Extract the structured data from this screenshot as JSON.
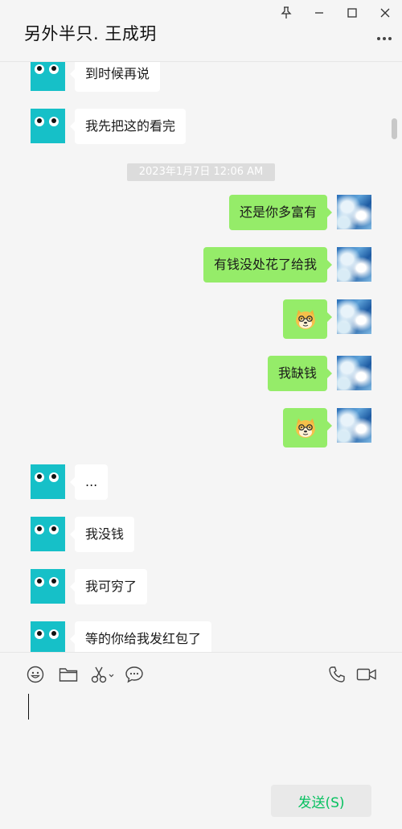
{
  "window": {
    "title": "另外半只. 王成玥",
    "controls": [
      "pin-icon",
      "minimize-icon",
      "maximize-icon",
      "close-icon"
    ],
    "more_icon": "more-icon"
  },
  "colors": {
    "outgoing_bubble": "#95ec69",
    "incoming_bubble": "#ffffff",
    "avatar_left": "#16c0c8",
    "send_text": "#07c160",
    "background": "#f5f5f5"
  },
  "messages": [
    {
      "side": "in",
      "type": "text",
      "text": "到时候再说"
    },
    {
      "side": "in",
      "type": "text",
      "text": "我先把这的看完"
    },
    {
      "type": "timestamp",
      "text": "2023年1月7日 12:06 AM"
    },
    {
      "side": "out",
      "type": "text",
      "text": "还是你多富有"
    },
    {
      "side": "out",
      "type": "text",
      "text": "有钱没处花了给我"
    },
    {
      "side": "out",
      "type": "emoji",
      "text": "doge-emoji"
    },
    {
      "side": "out",
      "type": "text",
      "text": "我缺钱"
    },
    {
      "side": "out",
      "type": "emoji",
      "text": "doge-emoji"
    },
    {
      "side": "in",
      "type": "text",
      "text": "..."
    },
    {
      "side": "in",
      "type": "text",
      "text": "我没钱"
    },
    {
      "side": "in",
      "type": "text",
      "text": "我可穷了"
    },
    {
      "side": "in",
      "type": "text",
      "text": "等的你给我发红包了"
    }
  ],
  "toolbar": {
    "left_icons": [
      "emoji-icon",
      "folder-icon",
      "scissors-icon",
      "chat-history-icon"
    ],
    "right_icons": [
      "phone-icon",
      "video-call-icon"
    ]
  },
  "composer": {
    "value": "",
    "send_label": "发送(S)"
  }
}
